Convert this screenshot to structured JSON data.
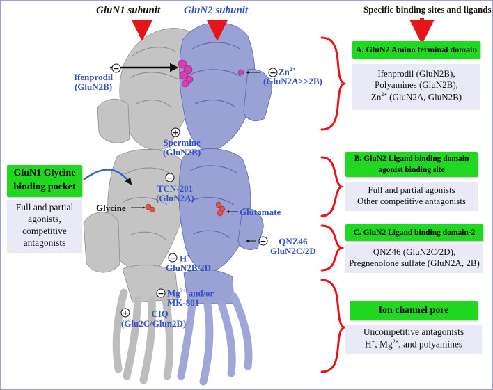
{
  "header": {
    "glun1_subunit": "GluN1 subunit",
    "glun2_subunit": "GluN2 subunit",
    "right_title": "Specific binding sites and ligands"
  },
  "sites": {
    "ifenprodil": "Ifenprodil",
    "ifenprodil_sub": "(GluN2B)",
    "zn": "Zn",
    "zn_sup": "2+",
    "zn_sub": "(GluN2A>>2B)",
    "spermine": "Spermine",
    "spermine_sub": "(GluN2B)",
    "tcn": "TCN-201",
    "tcn_sub": "(GluN2A)",
    "glycine": "Glycine",
    "glutamate": "Glutamate",
    "qnz": "QNZ46",
    "qnz_sub": "GluN2C/2D",
    "proton": "H",
    "proton_sup": "+",
    "proton_sub": "GluN2B/2D",
    "mg": "Mg",
    "mg_sup": "2+",
    "mg_rest": " and/or",
    "mk": "MK-801",
    "ciq": "CIQ",
    "ciq_sub": "(Glu2C/Glun2D)"
  },
  "glycine_pocket": {
    "title_line1": "GluN1 Glycine",
    "title_line2": "binding pocket",
    "desc_line1": "Full and partial",
    "desc_line2": "agonists,",
    "desc_line3": "competitive",
    "desc_line4": "antagonists"
  },
  "panels": {
    "a_title": "A. GluN2 Amino terminal domain",
    "a_line1": "Ifenprodil (GluN2B),",
    "a_line2": "Polyamines (GluN2B),",
    "a_line3_pre": "Zn",
    "a_line3_sup": "2+",
    "a_line3_post": " (GluN2A, GluN2B)",
    "b_title1": "B. GluN2 Ligand binding domain",
    "b_title2": "agonist binding site",
    "b_line1": "Full and partial agonists",
    "b_line2": "Other competitive antagonists",
    "c_title": "C. GluN2 Ligand binding domain-2",
    "c_line1": "QNZ46 (GluN2C/2D),",
    "c_line2": "Pregnenolone sulfate (GluN2A, 2B)",
    "d_title": "Ion channel pore",
    "d_line1": "Uncompetitive antagonists",
    "d_line2_pre": "H",
    "d_line2_sup1": "+",
    "d_line2_mid": ", Mg",
    "d_line2_sup2": "2+",
    "d_line2_post": ", and polyamines"
  },
  "symbols": {
    "minus": "−",
    "plus": "+"
  },
  "colors": {
    "glun1_protein": "#b8b8b8",
    "glun2_protein": "#8f96cc",
    "label_blue": "#3450c6",
    "panel_green": "#21d821",
    "panel_lavender": "#e9e9f7",
    "brace_red": "#e4161a",
    "ligand_magenta": "#d63fb3"
  }
}
